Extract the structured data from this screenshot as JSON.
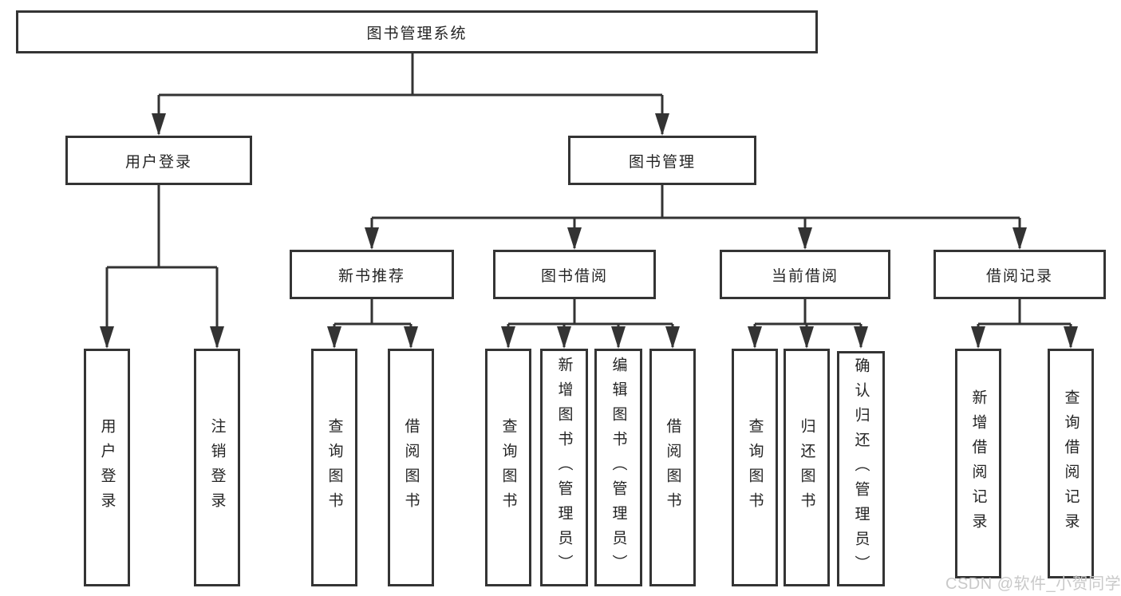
{
  "diagram": {
    "root": {
      "label": "图书管理系统"
    },
    "branches": {
      "user_login": {
        "label": "用户登录"
      },
      "book_management": {
        "label": "图书管理"
      }
    },
    "modules": {
      "new_book_recommend": {
        "label": "新书推荐"
      },
      "book_borrowing": {
        "label": "图书借阅"
      },
      "current_borrowing": {
        "label": "当前借阅"
      },
      "borrowing_records": {
        "label": "借阅记录"
      }
    },
    "functions": {
      "user_login": "用户登录",
      "logout": "注销登录",
      "recommend_query_books": "查询图书",
      "recommend_borrow_books": "借阅图书",
      "borrowing_query_books": "查询图书",
      "borrowing_add_books": "新增图书（管理员）",
      "borrowing_edit_books": "编辑图书（管理员）",
      "borrowing_borrow_books": "借阅图书",
      "current_query_books": "查询图书",
      "current_return_books": "归还图书",
      "current_confirm_return": "确认归还（管理员）",
      "records_add_record": "新增借阅记录",
      "records_query_record": "查询借阅记录"
    }
  },
  "watermark": {
    "text": "CSDN @软件_小贺同学"
  },
  "colors": {
    "line": "#333333",
    "border": "#343434",
    "text": "#242424",
    "watermark": "#c9c9c9",
    "background": "#ffffff"
  }
}
